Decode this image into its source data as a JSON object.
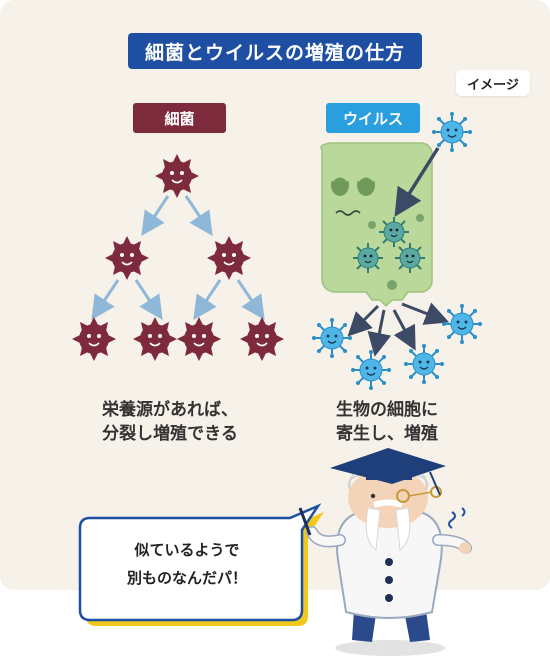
{
  "title": "細菌とウイルスの増殖の仕方",
  "image_tag": "イメージ",
  "bacteria": {
    "label": "細菌",
    "caption_line1": "栄養源があれば、",
    "caption_line2": "分裂し増殖できる",
    "color": "#7d2a3d"
  },
  "virus": {
    "label": "ウイルス",
    "caption_line1": "生物の細胞に",
    "caption_line2": "寄生し、増殖",
    "color": "#2a9fe0"
  },
  "speech": {
    "line1": "似ているようで",
    "line2": "別ものなんだパ！"
  },
  "colors": {
    "panel_bg": "#f6f1e9",
    "title_bg": "#1e4fa3",
    "arrow": "#8fb8d8",
    "cell": "#b9d89a",
    "bubble_border": "#1e4fa3",
    "bubble_shadow": "#f2c81c"
  }
}
